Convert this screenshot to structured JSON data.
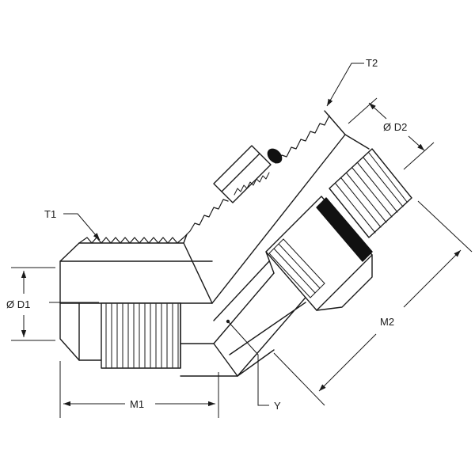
{
  "labels": {
    "t1": "T1",
    "t2": "T2",
    "d1": "Ø D1",
    "d2": "Ø D2",
    "m1": "M1",
    "m2": "M2",
    "y": "Y"
  },
  "colors": {
    "line": "#1a1a1a",
    "background": "#ffffff",
    "oring": "#111111"
  }
}
